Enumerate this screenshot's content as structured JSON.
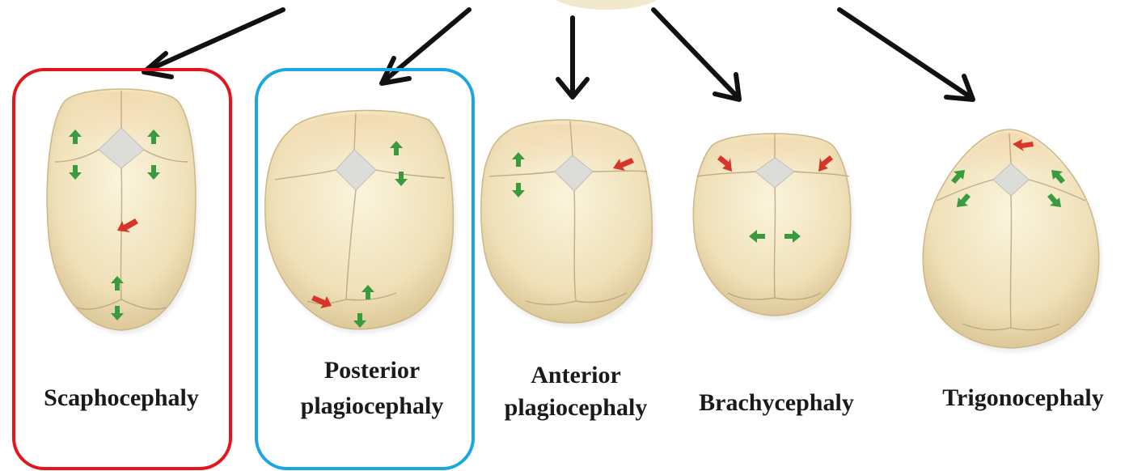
{
  "diagram": {
    "frame_colors": {
      "scaphocephaly": "#e3141b",
      "posterior_plagiocephaly": "#1aa6e0"
    },
    "arrow_colors": {
      "pointer": "#111111",
      "expansion": "#3a9a3e",
      "restriction": "#d8352a"
    },
    "skull_color": "#f2e6c6",
    "fontanelle_color": "#d9d9d6",
    "types": [
      {
        "id": "scaphocephaly",
        "label_lines": [
          "Scaphocephaly"
        ]
      },
      {
        "id": "posterior-plagiocephaly",
        "label_lines": [
          "Posterior",
          "plagiocephaly"
        ]
      },
      {
        "id": "anterior-plagiocephaly",
        "label_lines": [
          "Anterior",
          "plagiocephaly"
        ]
      },
      {
        "id": "brachycephaly",
        "label_lines": [
          "Brachycephaly"
        ]
      },
      {
        "id": "trigonocephaly",
        "label_lines": [
          "Trigonocephaly"
        ]
      }
    ]
  }
}
